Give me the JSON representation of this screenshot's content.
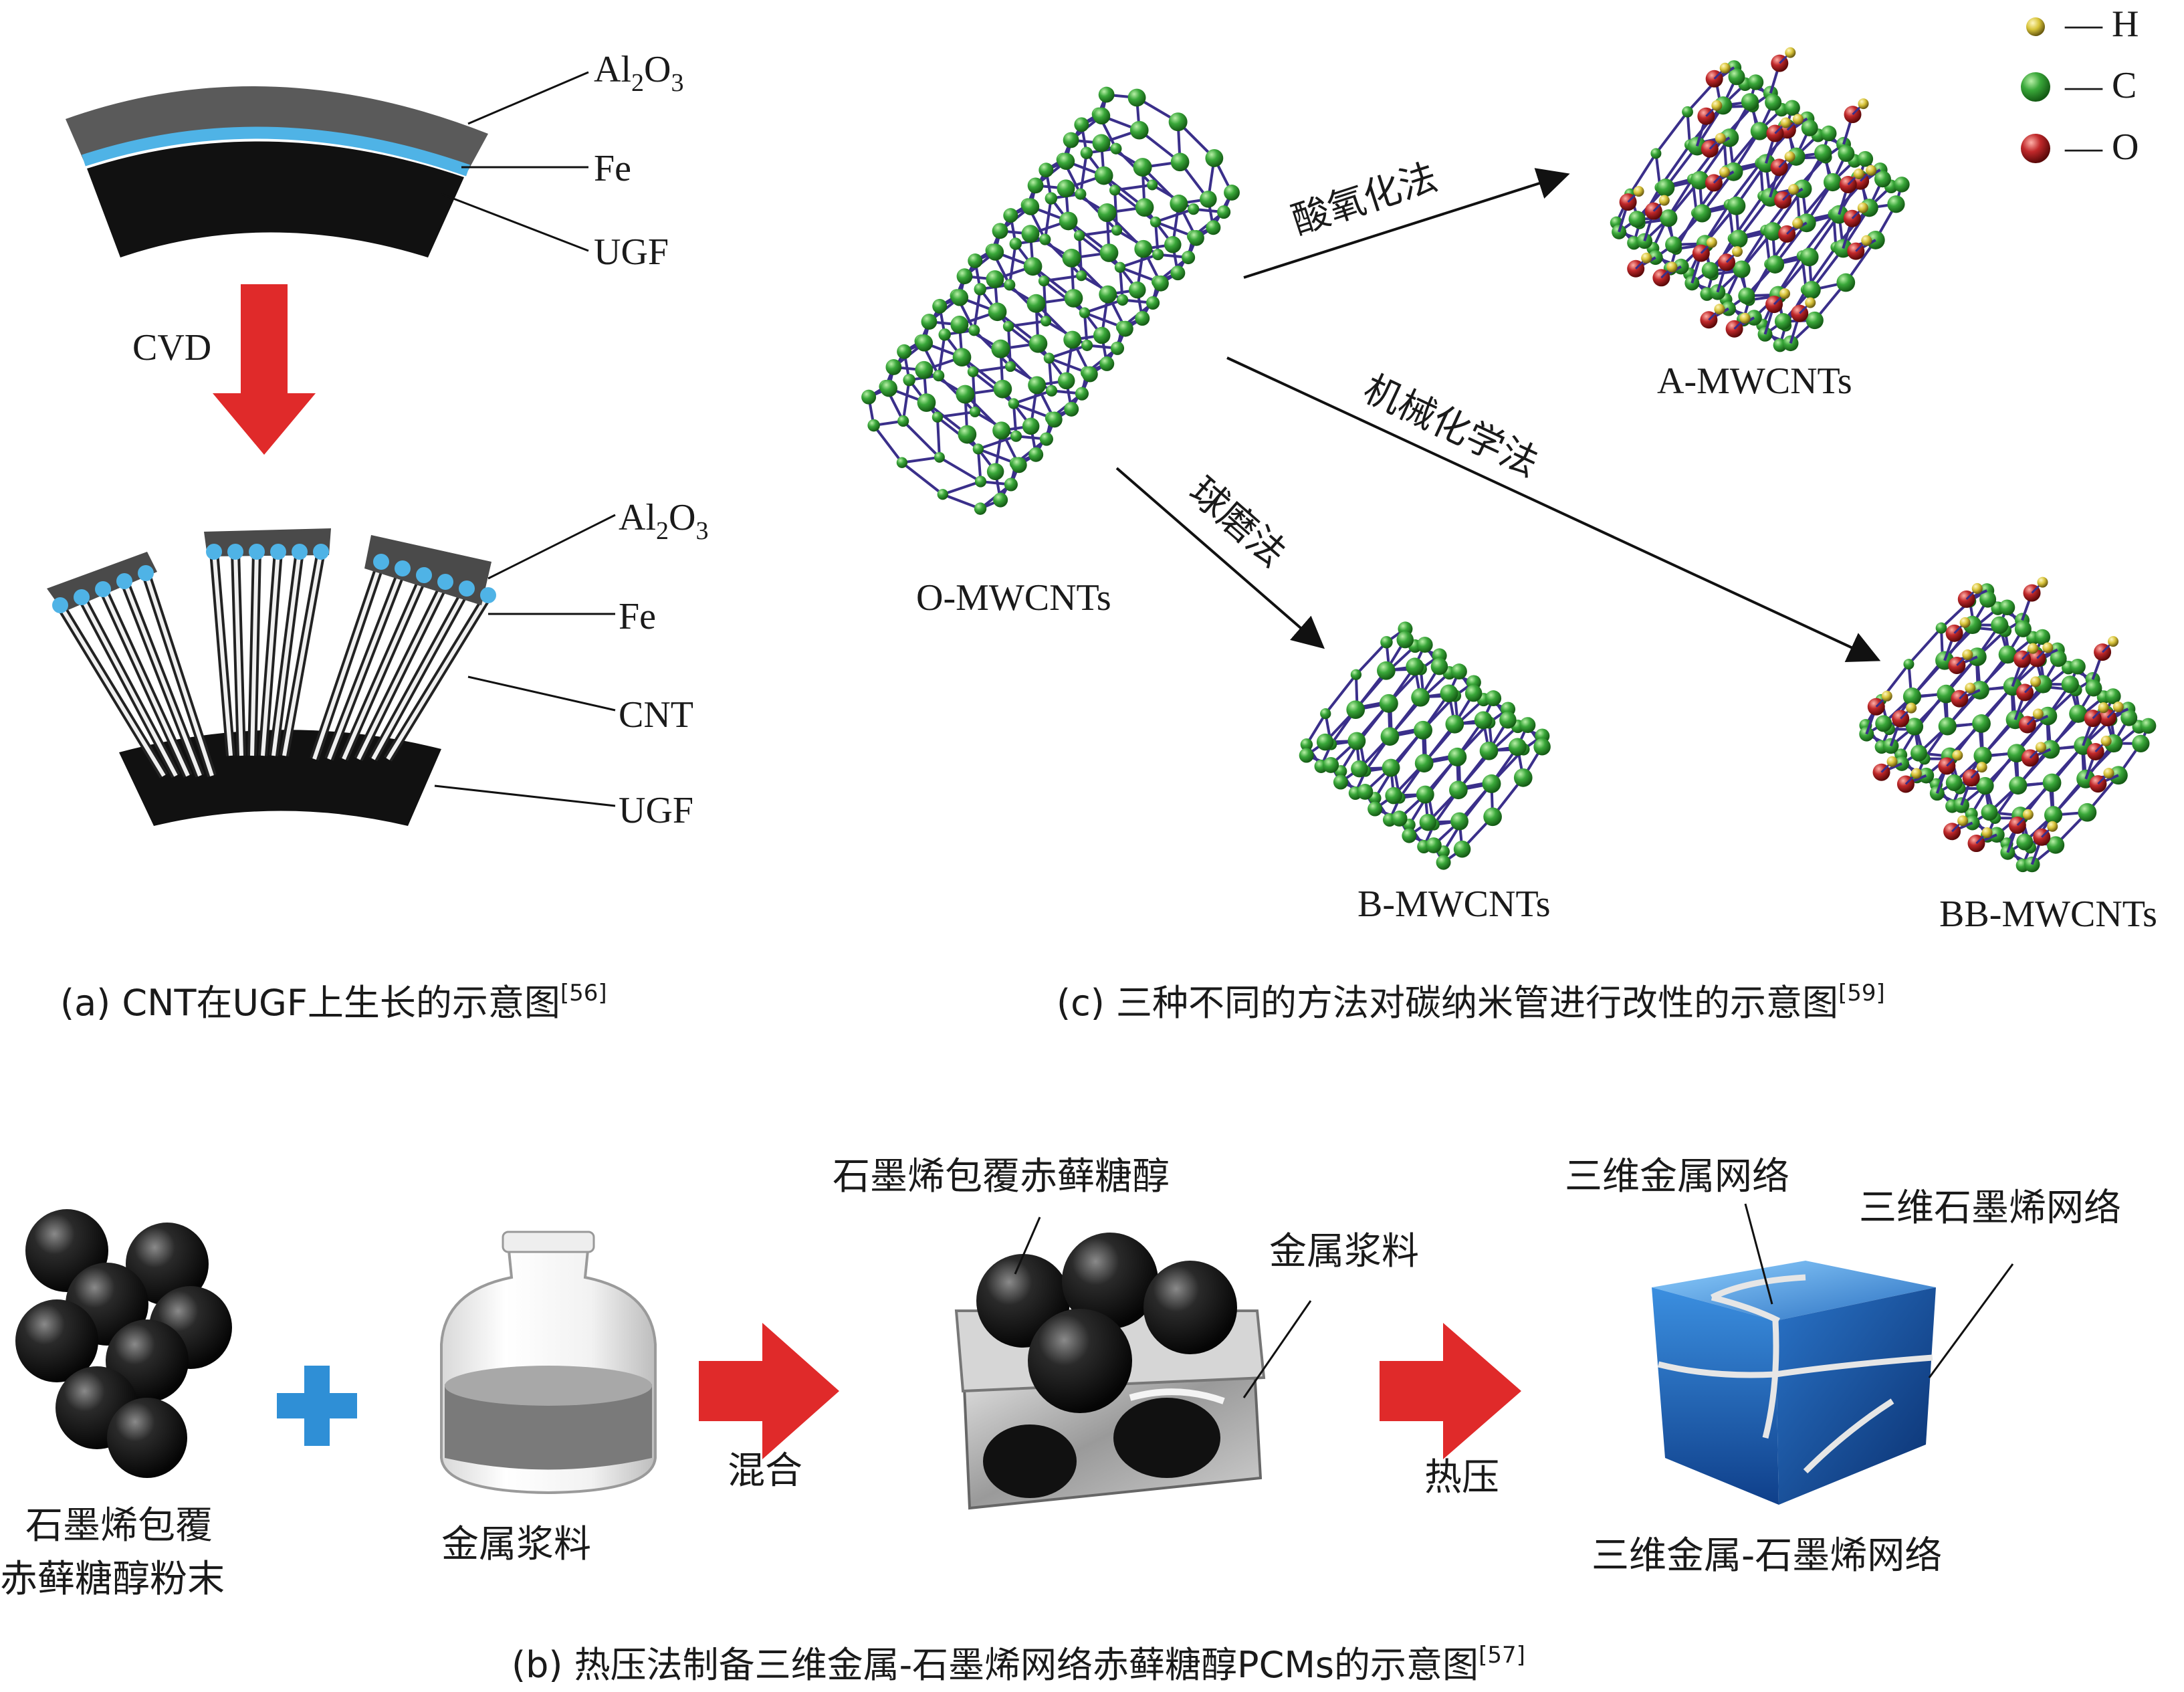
{
  "panel_a": {
    "caption_prefix": "(a) CNT在UGF上生长的示意图",
    "caption_ref": "[56]",
    "top_label_al": "Al",
    "top_label_al_sub1": "2",
    "top_label_al_o": "O",
    "top_label_al_sub2": "3",
    "top_label_fe": "Fe",
    "top_label_ugf": "UGF",
    "arrow_label": "CVD",
    "bottom_label_al": "Al",
    "bottom_label_al_sub1": "2",
    "bottom_label_al_o": "O",
    "bottom_label_al_sub2": "3",
    "bottom_label_fe": "Fe",
    "bottom_label_cnt": "CNT",
    "bottom_label_ugf": "UGF"
  },
  "panel_c": {
    "caption_prefix": "(c) 三种不同的方法对碳纳米管进行改性的示意图",
    "caption_ref": "[59]",
    "legend": [
      {
        "symbol": "— H",
        "color": "#d8c43a"
      },
      {
        "symbol": "— C",
        "color": "#3aa83a"
      },
      {
        "symbol": "— O",
        "color": "#c0282a"
      }
    ],
    "label_o": "O-MWCNTs",
    "label_a": "A-MWCNTs",
    "label_b": "B-MWCNTs",
    "label_bb": "BB-MWCNTs",
    "method_acid": "酸氧化法",
    "method_mech": "机械化学法",
    "method_ball": "球磨法"
  },
  "panel_b": {
    "caption_prefix": "(b) 热压法制备三维金属-石墨烯网络赤藓糖醇PCMs的示意图",
    "caption_ref": "[57]",
    "powder_line1": "石墨烯包覆",
    "powder_line2": "赤藓糖醇粉末",
    "slurry": "金属浆料",
    "mix": "混合",
    "coated": "石墨烯包覆赤藓糖醇",
    "slurry2": "金属浆料",
    "hot_press": "热压",
    "metal_net": "三维金属网络",
    "graphene_net": "三维石墨烯网络",
    "combined_net": "三维金属-石墨烯网络"
  },
  "colors": {
    "arrow_red": "#e02a2a",
    "fe_blue": "#4fb3e6",
    "carbon": "#3aa83a",
    "bond": "#3a2f8a",
    "oxygen": "#c0282a",
    "hydrogen": "#d8c43a",
    "cube_blue": "#2a6fc0",
    "plus_blue": "#2f8fd6"
  }
}
